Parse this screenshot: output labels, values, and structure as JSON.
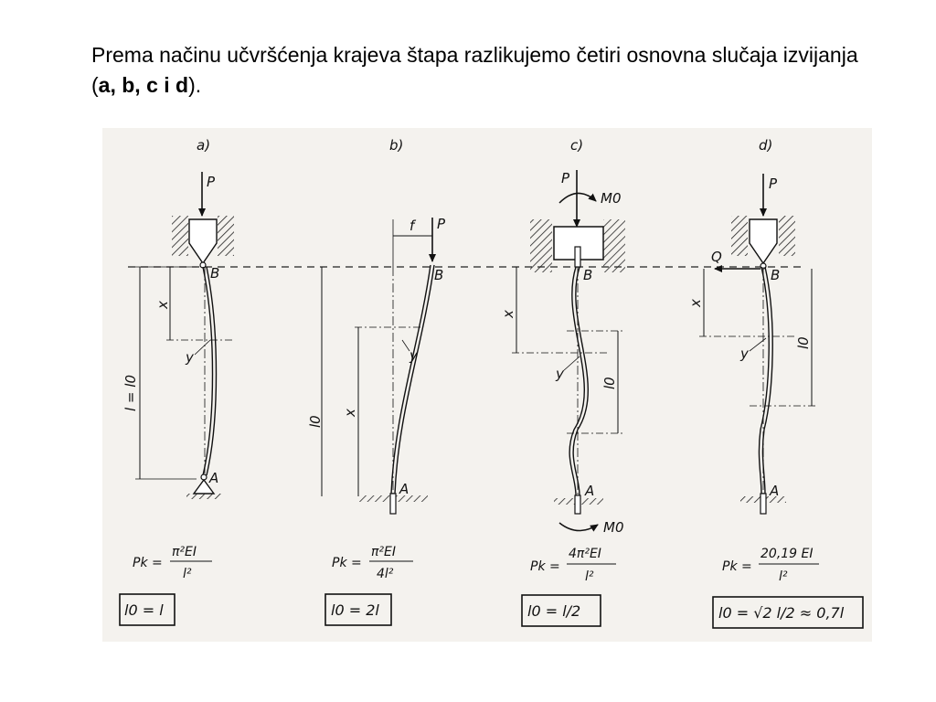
{
  "caption": {
    "text_before": "Prema načinu učvršćenja krajeva štapa razlikujemo četiri osnovna slučaja izvijanja (",
    "bold_part": "a, b, c i d",
    "text_after": ")."
  },
  "cases": [
    {
      "id": "a",
      "letter": "a)",
      "load": "P",
      "top_point": "B",
      "bottom_point": "A",
      "dim_x": "x",
      "dim_y": "y",
      "dim_length": "l = l0",
      "formula_lhs": "Pk =",
      "formula_num": "π²EI",
      "formula_den": "l²",
      "effective_length": "l0 = l"
    },
    {
      "id": "b",
      "letter": "b)",
      "load": "P",
      "deflection": "f",
      "top_point": "B",
      "bottom_point": "A",
      "dim_x": "x",
      "dim_y": "y",
      "dim_length": "l0",
      "formula_lhs": "Pk =",
      "formula_num": "π²EI",
      "formula_den": "4l²",
      "effective_length": "l0 = 2l"
    },
    {
      "id": "c",
      "letter": "c)",
      "load": "P",
      "moment_top": "M0",
      "moment_bottom": "M0",
      "top_point": "B",
      "bottom_point": "A",
      "dim_x": "x",
      "dim_y": "y",
      "dim_length": "l0",
      "formula_lhs": "Pk =",
      "formula_num": "4π²EI",
      "formula_den": "l²",
      "effective_length": "l0 = l/2"
    },
    {
      "id": "d",
      "letter": "d)",
      "load": "P",
      "reaction": "Q",
      "top_point": "B",
      "bottom_point": "A",
      "dim_x": "x",
      "dim_y": "y",
      "dim_length": "l0",
      "formula_lhs": "Pk =",
      "formula_num": "20,19 EI",
      "formula_den": "l²",
      "effective_length": "l0 = √2 l/2 ≈ 0,7l"
    }
  ]
}
